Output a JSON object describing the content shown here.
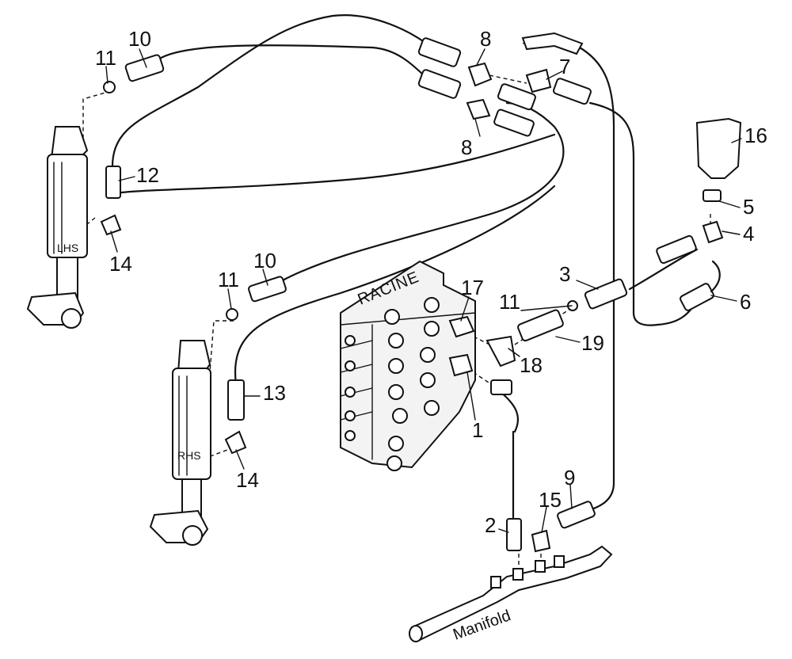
{
  "diagram": {
    "callouts": {
      "c1": "1",
      "c2": "2",
      "c3": "3",
      "c4": "4",
      "c5": "5",
      "c6": "6",
      "c7": "7",
      "c8a": "8",
      "c8b": "8",
      "c9": "9",
      "c10a": "10",
      "c10b": "10",
      "c11a": "11",
      "c11b": "11",
      "c11c": "11",
      "c12": "12",
      "c13": "13",
      "c14a": "14",
      "c14b": "14",
      "c15": "15",
      "c16": "16",
      "c17": "17",
      "c18": "18",
      "c19": "19"
    },
    "cylinder_left_label": "LHS",
    "cylinder_right_label": "RHS",
    "valve_label": "RACINE",
    "manifold_label": "Manifold"
  }
}
